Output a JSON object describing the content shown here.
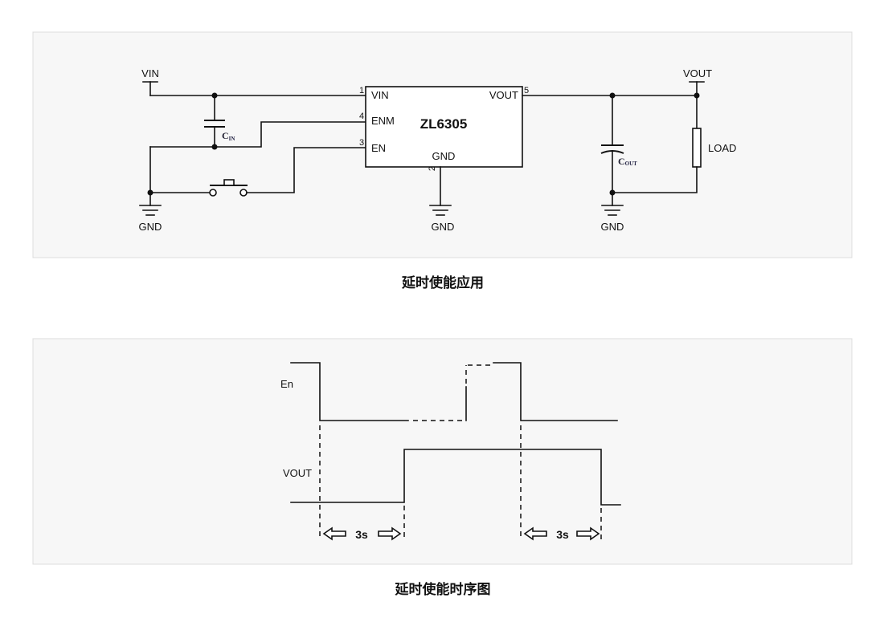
{
  "circuit": {
    "caption": "延时使能应用",
    "input_label": "VIN",
    "output_label": "VOUT",
    "chip": {
      "name": "ZL6305",
      "pins": {
        "vin": {
          "number": "1",
          "label": "VIN"
        },
        "gnd": {
          "number": "2",
          "label": "GND"
        },
        "en": {
          "number": "3",
          "label": "EN"
        },
        "enm": {
          "number": "4",
          "label": "ENM"
        },
        "vout": {
          "number": "5",
          "label": "VOUT"
        }
      }
    },
    "input_capacitor": {
      "letter": "C",
      "subscript": "IN"
    },
    "output_capacitor": {
      "letter": "C",
      "subscript": "OUT"
    },
    "load_label": "LOAD",
    "ground_label": "GND"
  },
  "timing": {
    "caption": "延时使能时序图",
    "en_label": "En",
    "vout_label": "VOUT",
    "turn_on_delay": "3s",
    "turn_off_delay": "3s"
  }
}
